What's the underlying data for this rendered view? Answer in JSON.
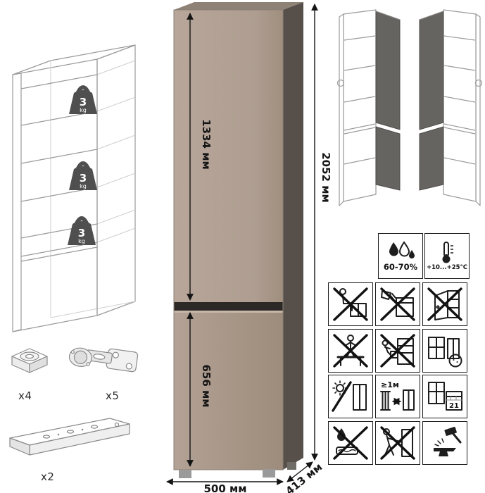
{
  "colors": {
    "front_panel": "#ae9d90",
    "side_panel": "#57504a",
    "door_gap": "#2c2825",
    "open_door_panel": "#666460"
  },
  "dimensions": {
    "upper_door_height": "1334 мм",
    "lower_door_height": "656 мм",
    "total_height": "2052 мм",
    "width": "500 мм",
    "depth": "413 мм"
  },
  "shelf_load": {
    "value": "3",
    "unit": "kg"
  },
  "hardware": {
    "feet_count": "x4",
    "hinges_count": "x5",
    "plinth_count": "x2"
  },
  "climate": {
    "humidity": "60-70%",
    "temperature": "+10...+25°С"
  },
  "care": {
    "radiator_distance": "≥1м",
    "acclimatization_days": "21"
  }
}
